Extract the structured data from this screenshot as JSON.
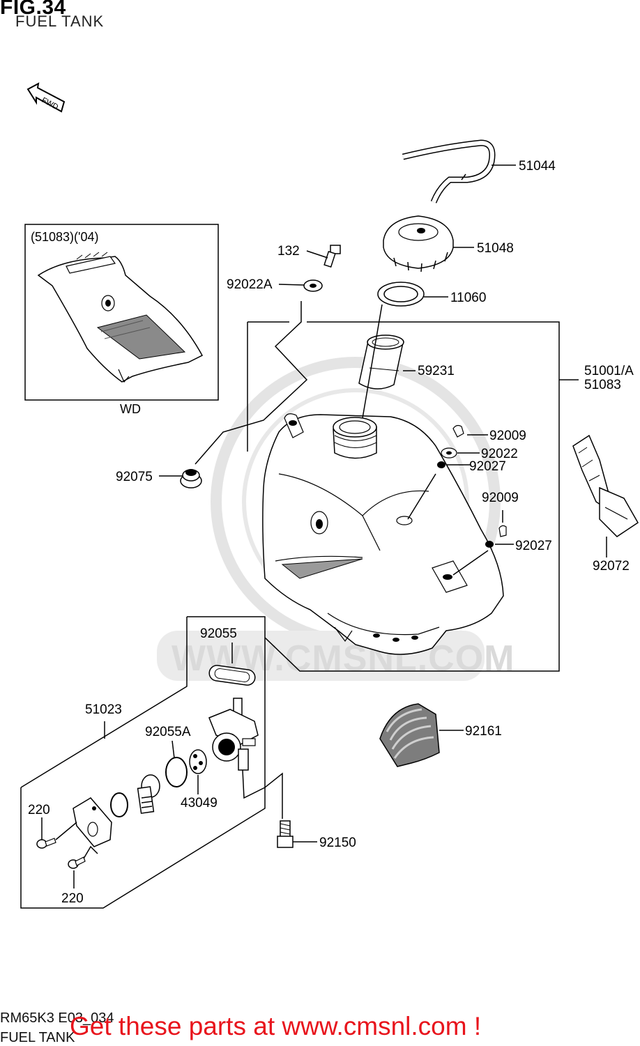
{
  "header": {
    "fig_number": "FIG.34",
    "fig_title": "FUEL TANK"
  },
  "fwd_arrow": {
    "label": "FWD"
  },
  "inset": {
    "caption_top": "(51083)('04)",
    "caption_bottom": "WD"
  },
  "watermark": {
    "text": "WWW.CMSNL.COM",
    "color": "#d6d6d6"
  },
  "parts": {
    "p51044": "51044",
    "p51048": "51048",
    "p132": "132",
    "p92022A": "92022A",
    "p11060": "11060",
    "p59231": "59231",
    "p51001": "51001/A",
    "p51083": "51083",
    "p92009a": "92009",
    "p92022": "92022",
    "p92027a": "92027",
    "p92075": "92075",
    "p92009b": "92009",
    "p92027b": "92027",
    "p92072": "92072",
    "p92055": "92055",
    "p51023": "51023",
    "p92055A": "92055A",
    "p43049": "43049",
    "p92161": "92161",
    "p220a": "220",
    "p92150": "92150",
    "p220b": "220"
  },
  "footer": {
    "code": "RM65K3 E03_034",
    "subtitle": "FUEL TANK",
    "cta": "Get these parts at www.cmsnl.com !",
    "cta_color": "#e8141c"
  }
}
